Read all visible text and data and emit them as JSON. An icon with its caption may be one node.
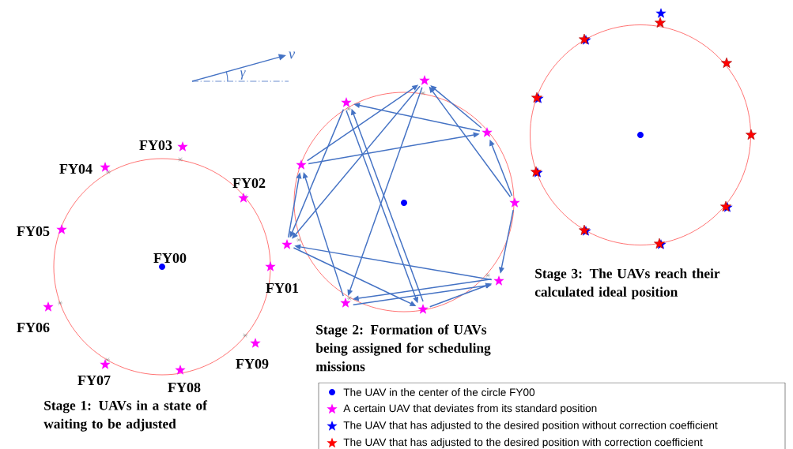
{
  "diagram": {
    "nodes": [
      {
        "text": [],
        "shape": "star",
        "beside": [
          "FY03"
        ]
      },
      {
        "text": [],
        "shape": "star",
        "beside": [
          "FY04"
        ]
      },
      {
        "text": [],
        "shape": "star",
        "beside": [
          "FY02"
        ]
      },
      {
        "text": [],
        "shape": "star",
        "beside": [
          "FY05"
        ]
      },
      {
        "text": [],
        "shape": "star",
        "beside": [
          "FY01"
        ]
      },
      {
        "text": [],
        "shape": "star",
        "beside": [
          "FY06"
        ]
      },
      {
        "text": [],
        "shape": "star",
        "beside": [
          "FY09"
        ]
      },
      {
        "text": [],
        "shape": "star",
        "beside": [
          "FY07"
        ]
      },
      {
        "text": [],
        "shape": "star",
        "beside": [
          "FY08"
        ]
      },
      {
        "text": [],
        "shape": "star"
      },
      {
        "text": [],
        "shape": "star"
      },
      {
        "text": [],
        "shape": "star"
      },
      {
        "text": [],
        "shape": "star"
      },
      {
        "text": [],
        "shape": "star"
      },
      {
        "text": [],
        "shape": "star"
      },
      {
        "text": [],
        "shape": "star"
      },
      {
        "text": [],
        "shape": "star"
      },
      {
        "text": [],
        "shape": "star"
      },
      {
        "text": [],
        "shape": "star"
      },
      {
        "text": [],
        "shape": "star"
      },
      {
        "text": [],
        "shape": "star"
      },
      {
        "text": [],
        "shape": "star"
      },
      {
        "text": [],
        "shape": "star"
      },
      {
        "text": [],
        "shape": "star"
      },
      {
        "text": [],
        "shape": "star"
      },
      {
        "text": [],
        "shape": "star"
      },
      {
        "text": [],
        "shape": "star"
      },
      {
        "text": [],
        "shape": "star"
      },
      {
        "text": [],
        "shape": "star"
      },
      {
        "text": [],
        "shape": "star"
      },
      {
        "text": [],
        "shape": "star"
      },
      {
        "text": [],
        "shape": "star"
      },
      {
        "text": [],
        "shape": "star"
      },
      {
        "text": [],
        "shape": "star"
      }
    ],
    "edges": [
      {
        "from": 12,
        "to": 9,
        "arrow": "to"
      },
      {
        "from": 13,
        "to": 9,
        "arrow": "to"
      },
      {
        "from": 11,
        "to": 9,
        "arrow": "to"
      },
      {
        "from": 11,
        "to": 10,
        "arrow": "to"
      },
      {
        "from": 12,
        "to": 11,
        "arrow": "to"
      },
      {
        "from": 9,
        "to": 14,
        "arrow": "to"
      },
      {
        "from": 9,
        "to": 16,
        "arrow": "to"
      },
      {
        "from": 10,
        "to": 14,
        "arrow": "to"
      },
      {
        "from": 14,
        "to": 12,
        "arrow": "to"
      },
      {
        "from": 16,
        "to": 12,
        "arrow": "to"
      },
      {
        "from": 10,
        "to": 17,
        "arrow": "to"
      },
      {
        "from": 17,
        "to": 10,
        "arrow": "to"
      },
      {
        "from": 13,
        "to": 15,
        "arrow": "to"
      },
      {
        "from": 13,
        "to": 11,
        "arrow": "to"
      },
      {
        "from": 15,
        "to": 14,
        "arrow": "to"
      },
      {
        "from": 14,
        "to": 17,
        "arrow": "to"
      },
      {
        "from": 16,
        "to": 15,
        "arrow": "to"
      },
      {
        "from": 15,
        "to": 16,
        "arrow": "to"
      },
      {
        "from": 17,
        "to": 15,
        "arrow": "to"
      }
    ],
    "labels": [
      "FY00",
      "v",
      "γ",
      "Stage 1: UAVs in a state of waiting to be adjusted",
      "Stage 2: Formation of UAVs being assigned for scheduling missions",
      "Stage 3: The UAVs reach their calculated ideal position"
    ],
    "legend": [
      {
        "text": "The UAV in the center of the circle FY00",
        "color": "#0000ff"
      },
      {
        "text": "A certain UAV that deviates from its standard position",
        "color": "#ff00ff"
      },
      {
        "text": "The UAV that has adjusted to the desired position without correction coefficient",
        "color": "#0000ff"
      },
      {
        "text": "The UAV that has adjusted to the desired position with correction coefficient",
        "color": "#ff0000"
      }
    ]
  }
}
